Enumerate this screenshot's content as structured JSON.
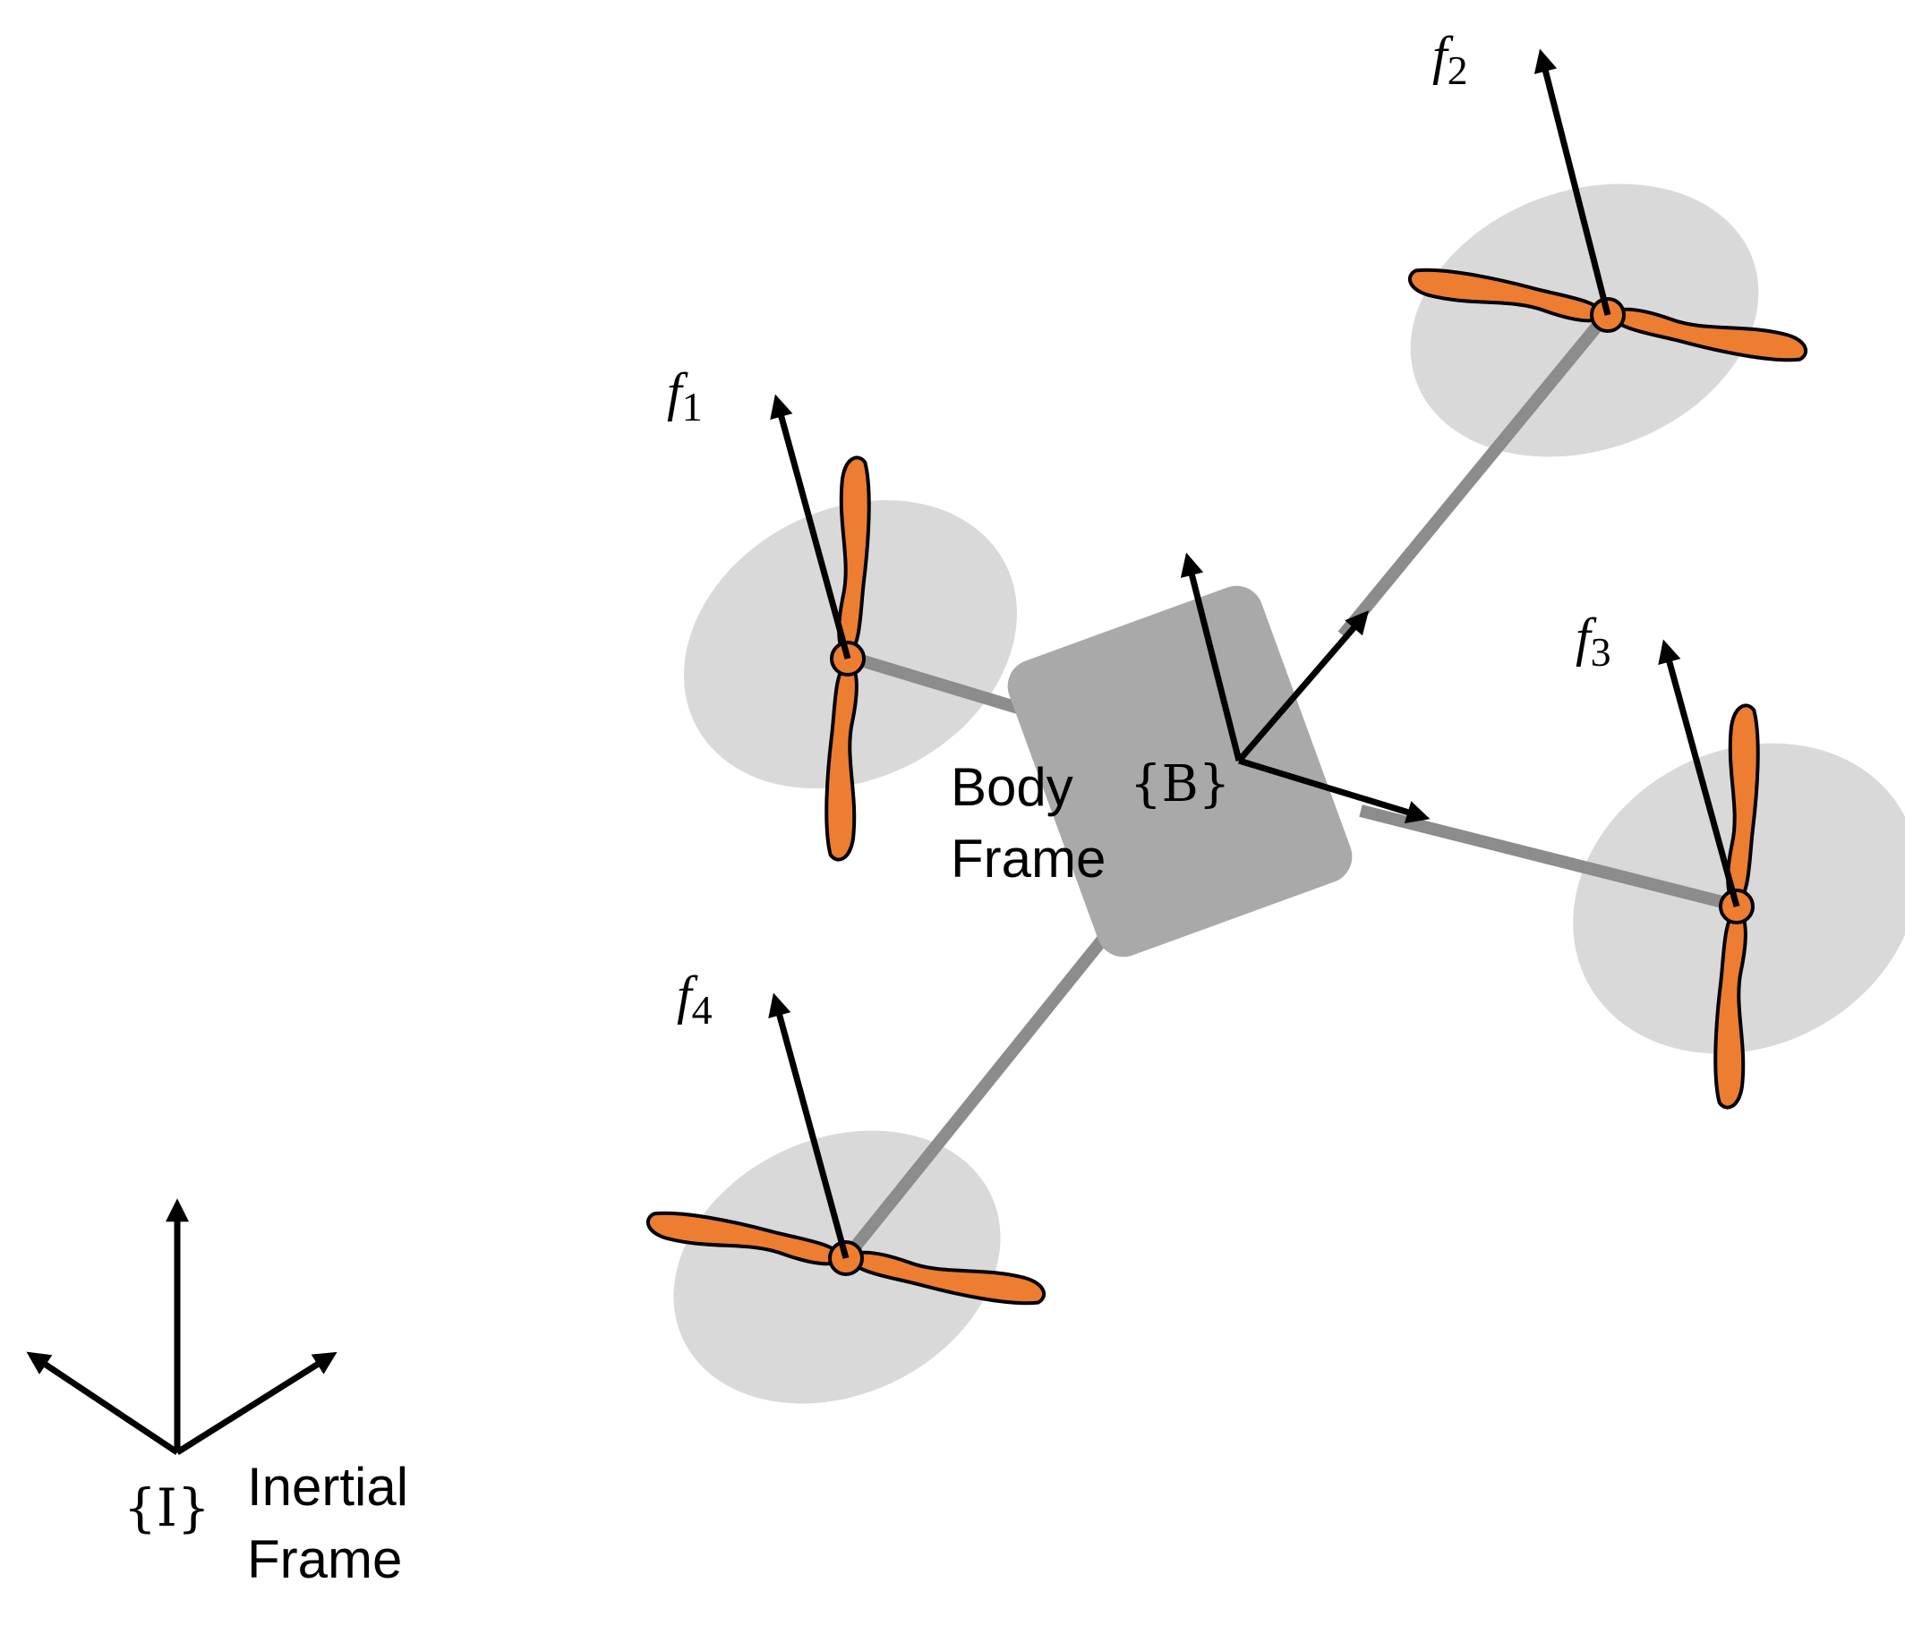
{
  "inertial_frame": {
    "symbol": "{I}",
    "label_line1": "Inertial",
    "label_line2": "Frame"
  },
  "body_frame": {
    "symbol": "{B}",
    "label_line1": "Body",
    "label_line2": "Frame"
  },
  "thrusts": [
    {
      "var": "f",
      "sub": "1"
    },
    {
      "var": "f",
      "sub": "2"
    },
    {
      "var": "f",
      "sub": "3"
    },
    {
      "var": "f",
      "sub": "4"
    }
  ],
  "colors": {
    "arm": "#8c8c8c",
    "body": "#a9a9a9",
    "disc": "#d9d9d9",
    "propeller": "#ed7d31",
    "arrow": "#000000"
  }
}
